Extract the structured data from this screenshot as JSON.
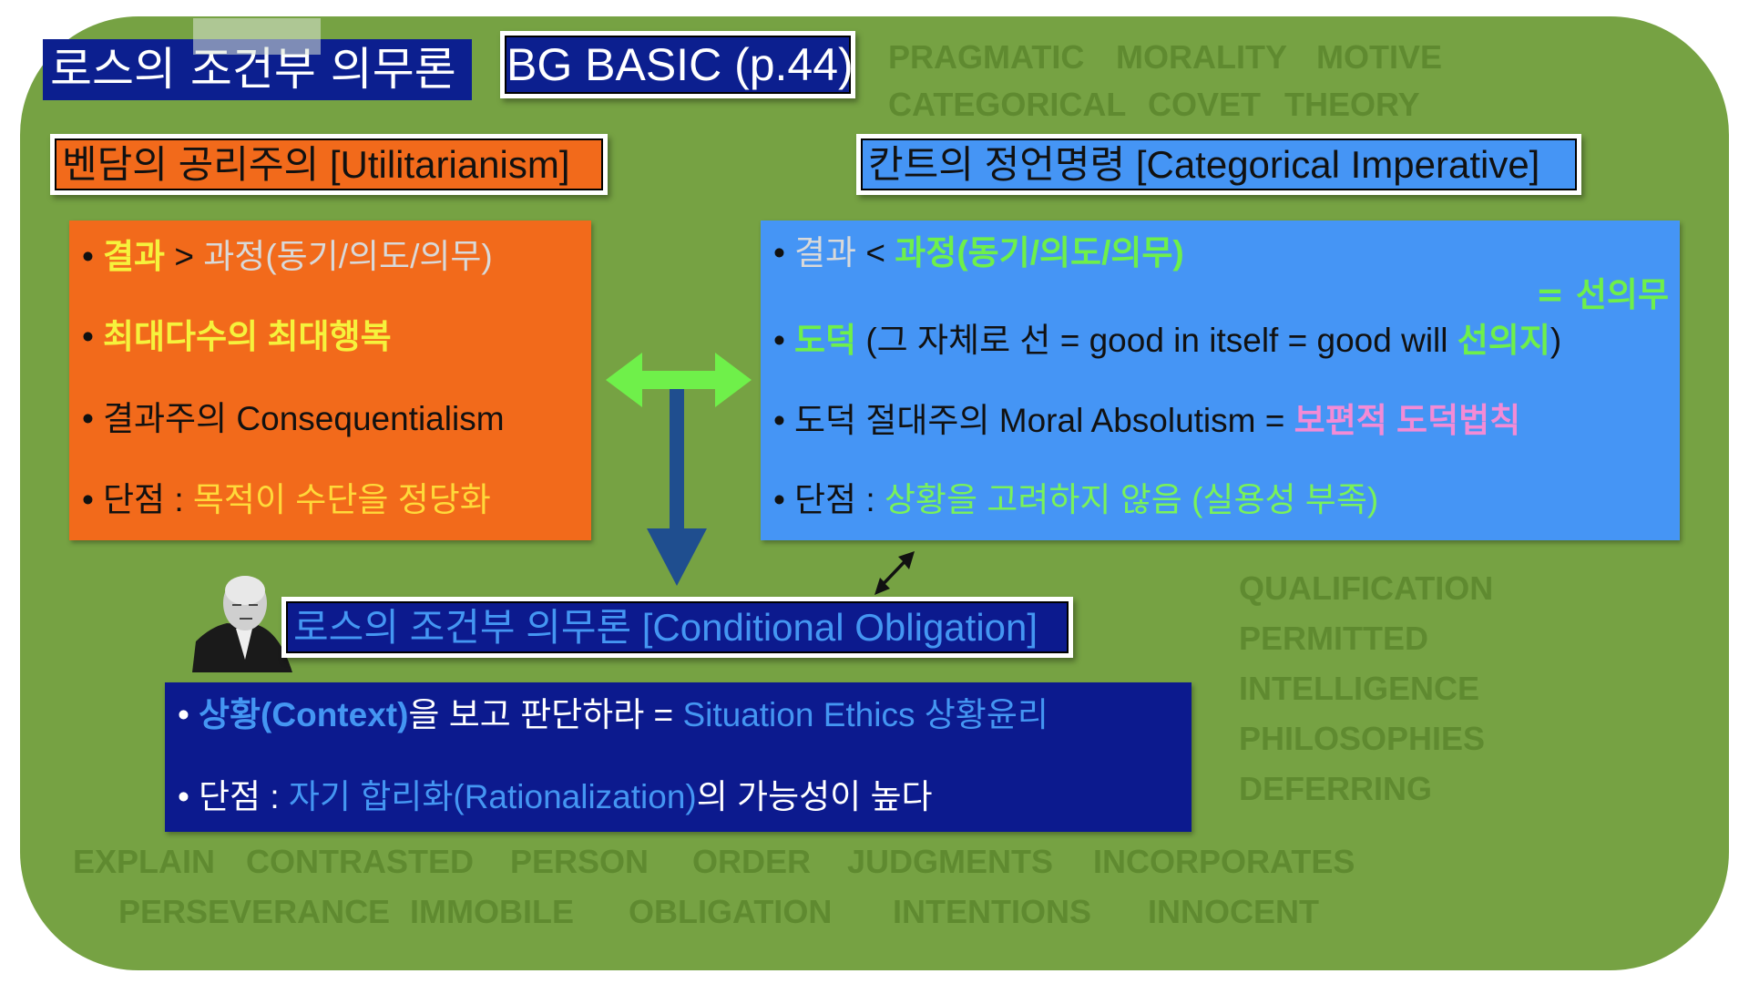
{
  "background_words": [
    "PRAGMATIC",
    "MORALITY",
    "MOTIVE",
    "CATEGORICAL",
    "COVET",
    "THEORY",
    "EXPLAIN",
    "CONTRASTED",
    "PERSON",
    "ORDER",
    "JUDGMENTS",
    "INCORPORATES",
    "PERSEVERANCE",
    "IMMOBILE",
    "OBLIGATION",
    "INTENTIONS",
    "INNOCENT",
    "QUALIFICATION",
    "PERMITTED",
    "INTELLIGENCE",
    "PHILOSOPHIES",
    "DEFERRING"
  ],
  "title": {
    "main": "로스의 조건부 의무론",
    "badge": "BG BASIC (p.44)"
  },
  "colors": {
    "green_board": "#76a243",
    "navy": "#0c1a8e",
    "orange": "#f26a1b",
    "blue": "#4595f5",
    "accent_green": "#6ef04a",
    "accent_yellow": "#f6f23c",
    "accent_pink": "#f38bd6"
  },
  "utilitarianism": {
    "header": "벤담의 공리주의 [Utilitarianism]",
    "items": [
      {
        "a": "결과",
        "b": " > ",
        "c": "과정(동기/의도/의무)"
      },
      {
        "a": "최대다수의 최대행복"
      },
      {
        "a": "결과주의 Consequentialism"
      },
      {
        "a": "단점 : ",
        "b": "목적이 수단을 정당화"
      }
    ]
  },
  "kant": {
    "header": "칸트의 정언명령 [Categorical Imperative]",
    "note": "= 선의무",
    "items": [
      {
        "a": "결과",
        "b": " < ",
        "c": "과정(동기/의도/의무)"
      },
      {
        "a": "도덕",
        "b": " (그 자체로 선 = good in itself = good will ",
        "c": "선의지",
        "d": ")"
      },
      {
        "a": "도덕 절대주의 Moral Absolutism = ",
        "b": "보편적 도덕법칙"
      },
      {
        "a": "단점 : ",
        "b": "상황을 고려하지 않음 (실용성 부족)"
      }
    ]
  },
  "ross": {
    "header": "로스의 조건부 의무론 [Conditional Obligation]",
    "items": [
      {
        "a": "상황(Context)",
        "b": "을 보고 판단하라 = ",
        "c": "Situation Ethics 상황윤리"
      },
      {
        "a": "단점 :  ",
        "b": "자기 합리화(Rationalization)",
        "c": "의 가능성이 높다"
      }
    ]
  },
  "bullet": "•"
}
